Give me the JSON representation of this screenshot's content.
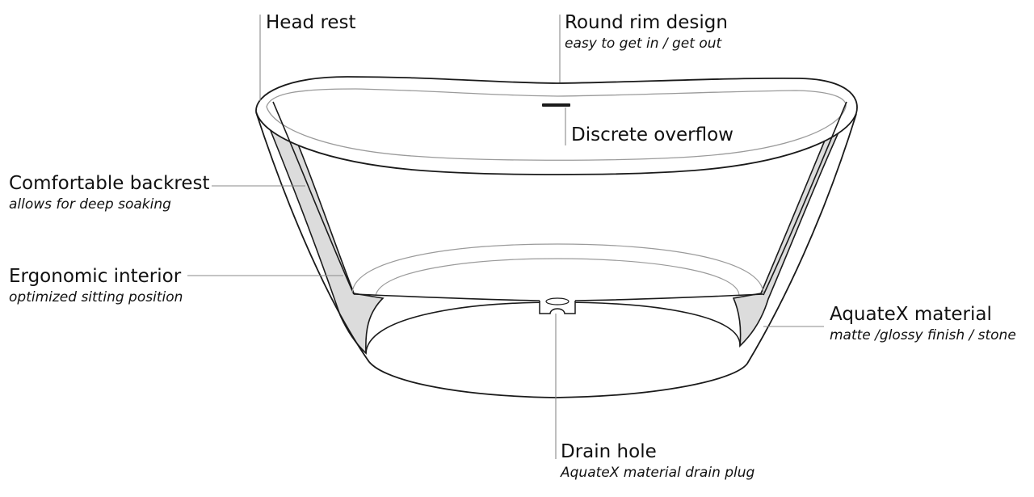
{
  "callouts": {
    "head_rest": {
      "title": "Head rest"
    },
    "round_rim": {
      "title": "Round rim design",
      "subtitle": "easy to get in / get out"
    },
    "overflow": {
      "title": "Discrete overflow"
    },
    "backrest": {
      "title": "Comfortable backrest",
      "subtitle": "allows for deep soaking"
    },
    "ergonomic": {
      "title": "Ergonomic interior",
      "subtitle": "optimized sitting position"
    },
    "aquatex": {
      "title": "AquateX material",
      "subtitle": "matte /glossy finish / stone"
    },
    "drain": {
      "title": "Drain hole",
      "subtitle": "AquateX material drain plug"
    }
  },
  "colors": {
    "outline": "#1a1a1a",
    "thin_line": "#9a9a9a",
    "leader": "#8a8a8a",
    "wall_section": "#dcdcdc"
  }
}
